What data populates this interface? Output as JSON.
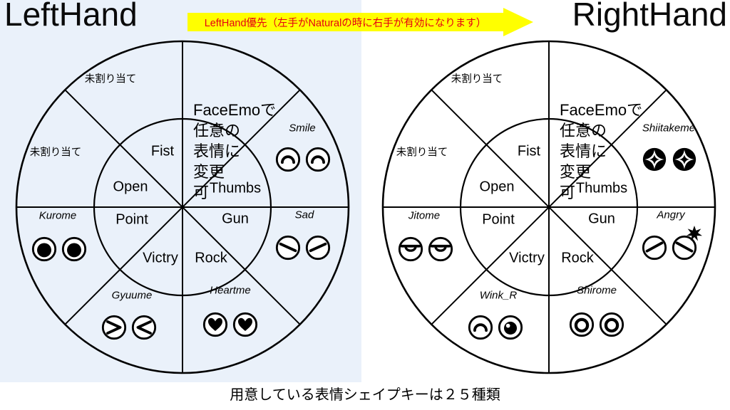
{
  "header": {
    "left_title": "LeftHand",
    "right_title": "RightHand",
    "banner": "LeftHand優先（左手がNaturalの時に右手が有効になります）"
  },
  "footer": {
    "caption": "用意している表情シェイプキーは２５種類"
  },
  "colors": {
    "left_panel_bg": "#eaf1fa",
    "banner_bg": "#ffff00",
    "banner_text": "#e60012",
    "line": "#000000"
  },
  "wheels": [
    {
      "hand": "LeftHand",
      "gestures": {
        "fist": "Fist",
        "open": "Open",
        "thumbs": "Thumbs",
        "point": "Point",
        "gun": "Gun",
        "victry": "Victry",
        "rock": "Rock"
      },
      "unassigned_top": "未割り当て",
      "unassigned_left": "未割り当て",
      "note_lines": [
        "FaceEmoで",
        "任意の",
        "表情に",
        "変更",
        "可"
      ],
      "expressions": {
        "thumbs": {
          "label": "Smile",
          "icon": "smile-eyes"
        },
        "gun": {
          "label": "Sad",
          "icon": "sad-eyes"
        },
        "rock": {
          "label": "Heartme",
          "icon": "heart-eyes"
        },
        "victry": {
          "label": "Gyuume",
          "icon": "squeezed-eyes"
        },
        "point": {
          "label": "Kurome",
          "icon": "black-pupil-eyes"
        }
      }
    },
    {
      "hand": "RightHand",
      "gestures": {
        "fist": "Fist",
        "open": "Open",
        "thumbs": "Thumbs",
        "point": "Point",
        "gun": "Gun",
        "victry": "Victry",
        "rock": "Rock"
      },
      "unassigned_top": "未割り当て",
      "unassigned_left": "未割り当て",
      "note_lines": [
        "FaceEmoで",
        "任意の",
        "表情に",
        "変更",
        "可"
      ],
      "expressions": {
        "thumbs": {
          "label": "Shiitakeme",
          "icon": "sparkle-eyes"
        },
        "gun": {
          "label": "Angry",
          "icon": "angry-eyes"
        },
        "rock": {
          "label": "Shirome",
          "icon": "white-eyes"
        },
        "victry": {
          "label": "Wink_R",
          "icon": "wink-eyes"
        },
        "point": {
          "label": "Jitome",
          "icon": "half-lidded-eyes"
        }
      }
    }
  ]
}
